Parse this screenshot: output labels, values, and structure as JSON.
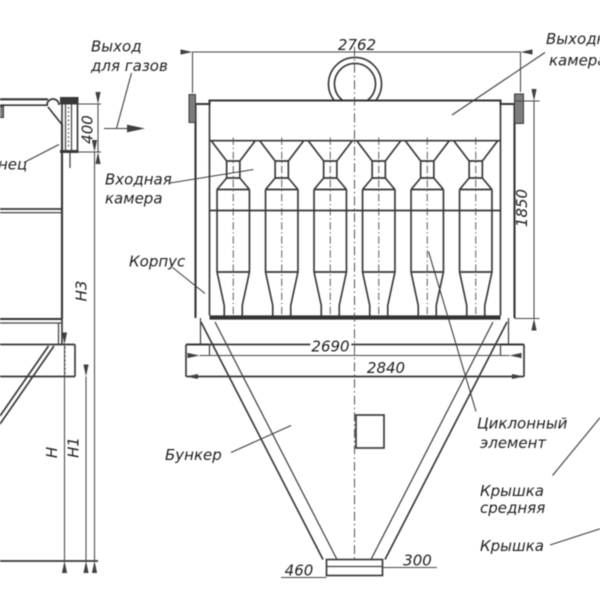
{
  "drawing": {
    "kind": "engineering dimensional drawing, battery cyclone dust collector, two views, Russian"
  },
  "callouts": {
    "gas_outlet": {
      "line1": "Выход",
      "line2": "для газов"
    },
    "flange_partial": {
      "line1": "нец"
    },
    "inlet_chamber": {
      "line1": "Входная",
      "line2": "камера"
    },
    "outlet_chamber": {
      "line1": "Выходная",
      "line2": "камера"
    },
    "body": {
      "line1": "Корпус"
    },
    "hopper": {
      "line1": "Бункер"
    },
    "cyclone_element": {
      "line1": "Циклонный",
      "line2": "элемент"
    },
    "cover_middle": {
      "line1": "Крышка",
      "line2": "средняя"
    },
    "cover": {
      "line1": "Крышка"
    }
  },
  "dimensions": {
    "overall_width": "2762",
    "gas_outlet_height": "400",
    "body_height": "1850",
    "hopper_flange_width": "2690",
    "support_band_width": "2840",
    "outlet_flange_width": "460",
    "outlet_opening_width": "300",
    "height_h": "H",
    "height_h1": "H1",
    "height_h3": "H3"
  },
  "style": {
    "background": "#ffffff",
    "line_color": "#3b3b3b",
    "text_color": "#202020"
  }
}
